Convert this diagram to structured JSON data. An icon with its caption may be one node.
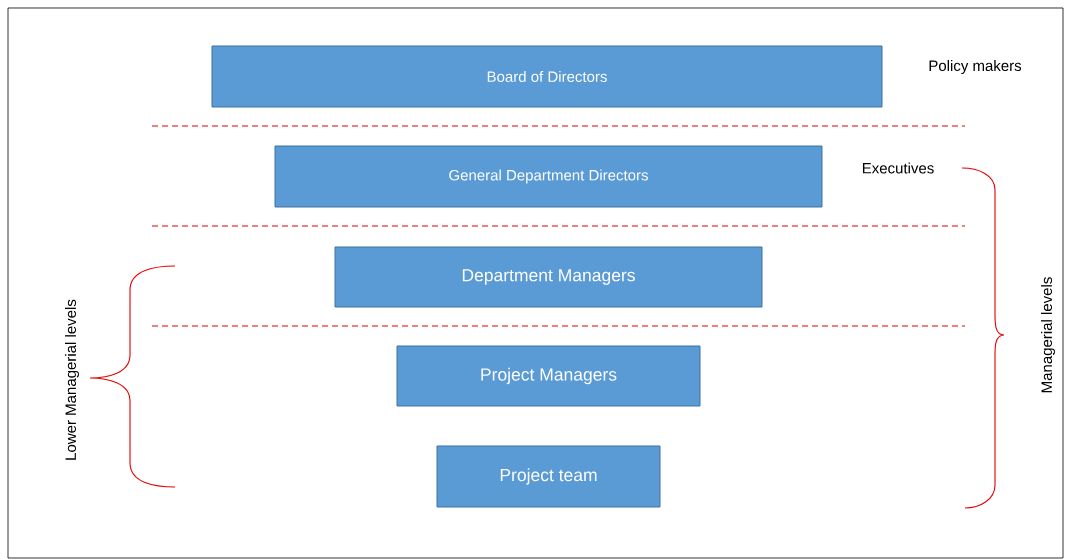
{
  "diagram": {
    "nodes": [
      {
        "text": [
          "Board of Directors"
        ]
      },
      {
        "text": [
          "General Department Directors"
        ]
      },
      {
        "text": [
          "Department Managers"
        ]
      },
      {
        "text": [
          "Project Managers"
        ]
      },
      {
        "text": [
          "Project team"
        ]
      }
    ],
    "labels": [
      "Policy makers",
      "Executives",
      "Managerial levels",
      "Lower Managerial levels"
    ]
  }
}
